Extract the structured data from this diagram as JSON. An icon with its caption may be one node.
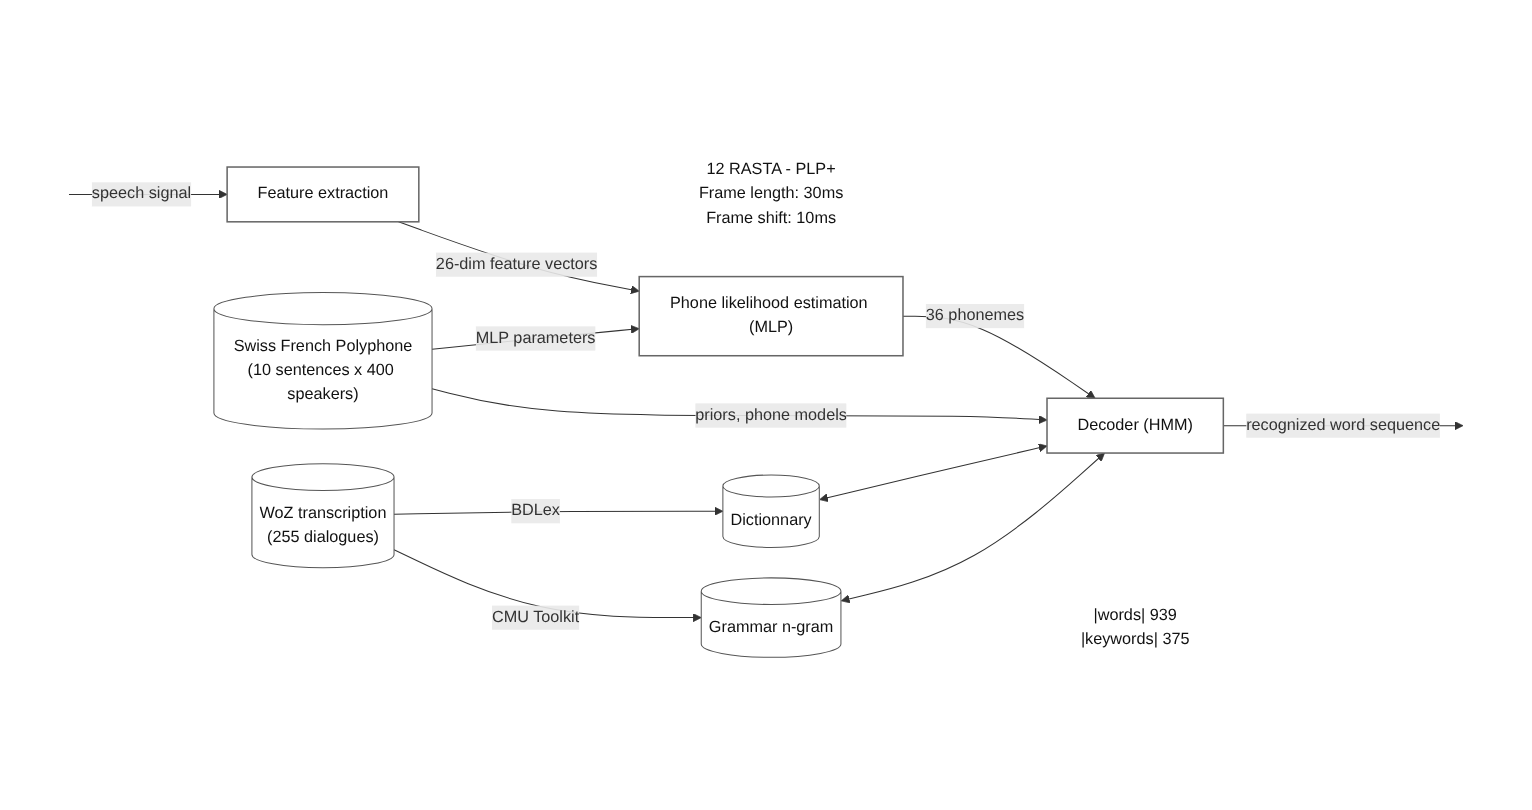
{
  "diagram": {
    "nodes": [
      {
        "text": [
          "Feature extraction"
        ],
        "beside": [
          "12 RASTA - PLP+",
          "Frame length: 30ms",
          "Frame shift: 10ms"
        ]
      },
      {
        "text": [
          "Phone likelihood estimation (MLP)"
        ]
      },
      {
        "text": [
          "Decoder (HMM)"
        ]
      },
      {
        "text": [
          "Dictionnary"
        ],
        "beside": [
          "|words| 939",
          "|keywords| 375"
        ]
      },
      {
        "text": [
          "Grammar n-gram"
        ]
      },
      {
        "text": [
          "Swiss French Polyphone",
          "(10 sentences x 400 speakers)"
        ]
      },
      {
        "text": [
          "WoZ transcription",
          "(255 dialogues)"
        ]
      }
    ],
    "edges": [
      {
        "from": null,
        "to": 0,
        "arrow": "to",
        "label": "speech signal"
      },
      {
        "from": 0,
        "to": 1,
        "arrow": "to",
        "label": "26-dim feature vectors"
      },
      {
        "from": 1,
        "to": 2,
        "arrow": "to",
        "label": "36 phonemes"
      },
      {
        "from": 2,
        "to": null,
        "arrow": "to",
        "label": "recognized word sequence"
      },
      {
        "from": 5,
        "to": 1,
        "arrow": "to",
        "label": "MLP parameters"
      },
      {
        "from": 5,
        "to": 2,
        "arrow": "to",
        "label": "priors, phone models"
      },
      {
        "from": 3,
        "to": 2,
        "arrow": "both"
      },
      {
        "from": 4,
        "to": 2,
        "arrow": "both"
      },
      {
        "from": 6,
        "to": 3,
        "arrow": "to",
        "label": "BDLex"
      },
      {
        "from": 6,
        "to": 4,
        "arrow": "to",
        "label": "CMU Toolkit"
      }
    ]
  }
}
